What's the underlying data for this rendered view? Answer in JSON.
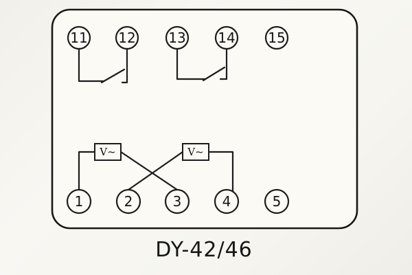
{
  "title": "DY-42/46",
  "panel": {
    "top_terminals": [
      "11",
      "12",
      "13",
      "14",
      "15"
    ],
    "bottom_terminals": [
      "1",
      "2",
      "3",
      "4",
      "5"
    ],
    "coils": [
      {
        "label": "V~"
      },
      {
        "label": "V~"
      }
    ]
  }
}
